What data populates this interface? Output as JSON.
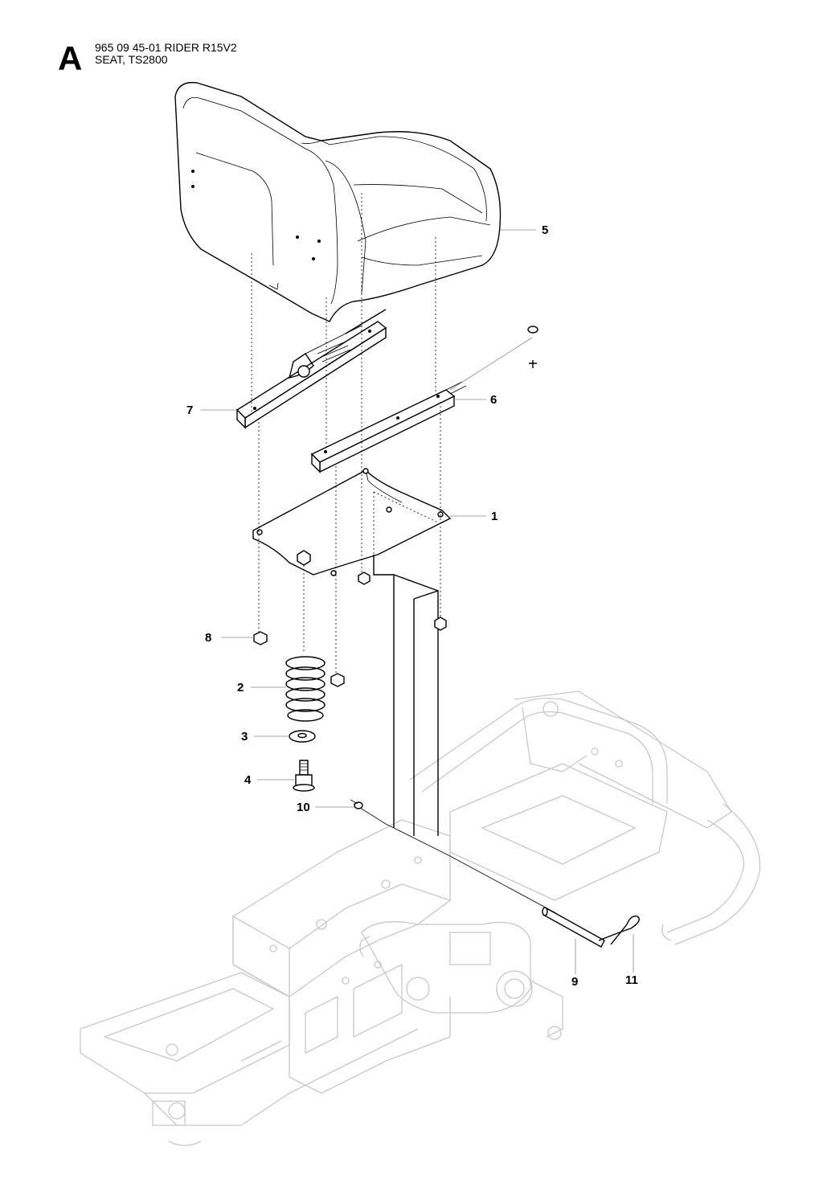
{
  "header": {
    "section_letter": "A",
    "part_number_line": "965 09 45-01 RIDER R15V2",
    "subtitle_line": "SEAT, TS2800"
  },
  "callouts": [
    "1",
    "2",
    "3",
    "4",
    "5",
    "6",
    "7",
    "8",
    "9",
    "10",
    "11"
  ],
  "colors": {
    "ink": "#000000",
    "ghost_frame": "#c8c8c8",
    "background": "#ffffff"
  }
}
